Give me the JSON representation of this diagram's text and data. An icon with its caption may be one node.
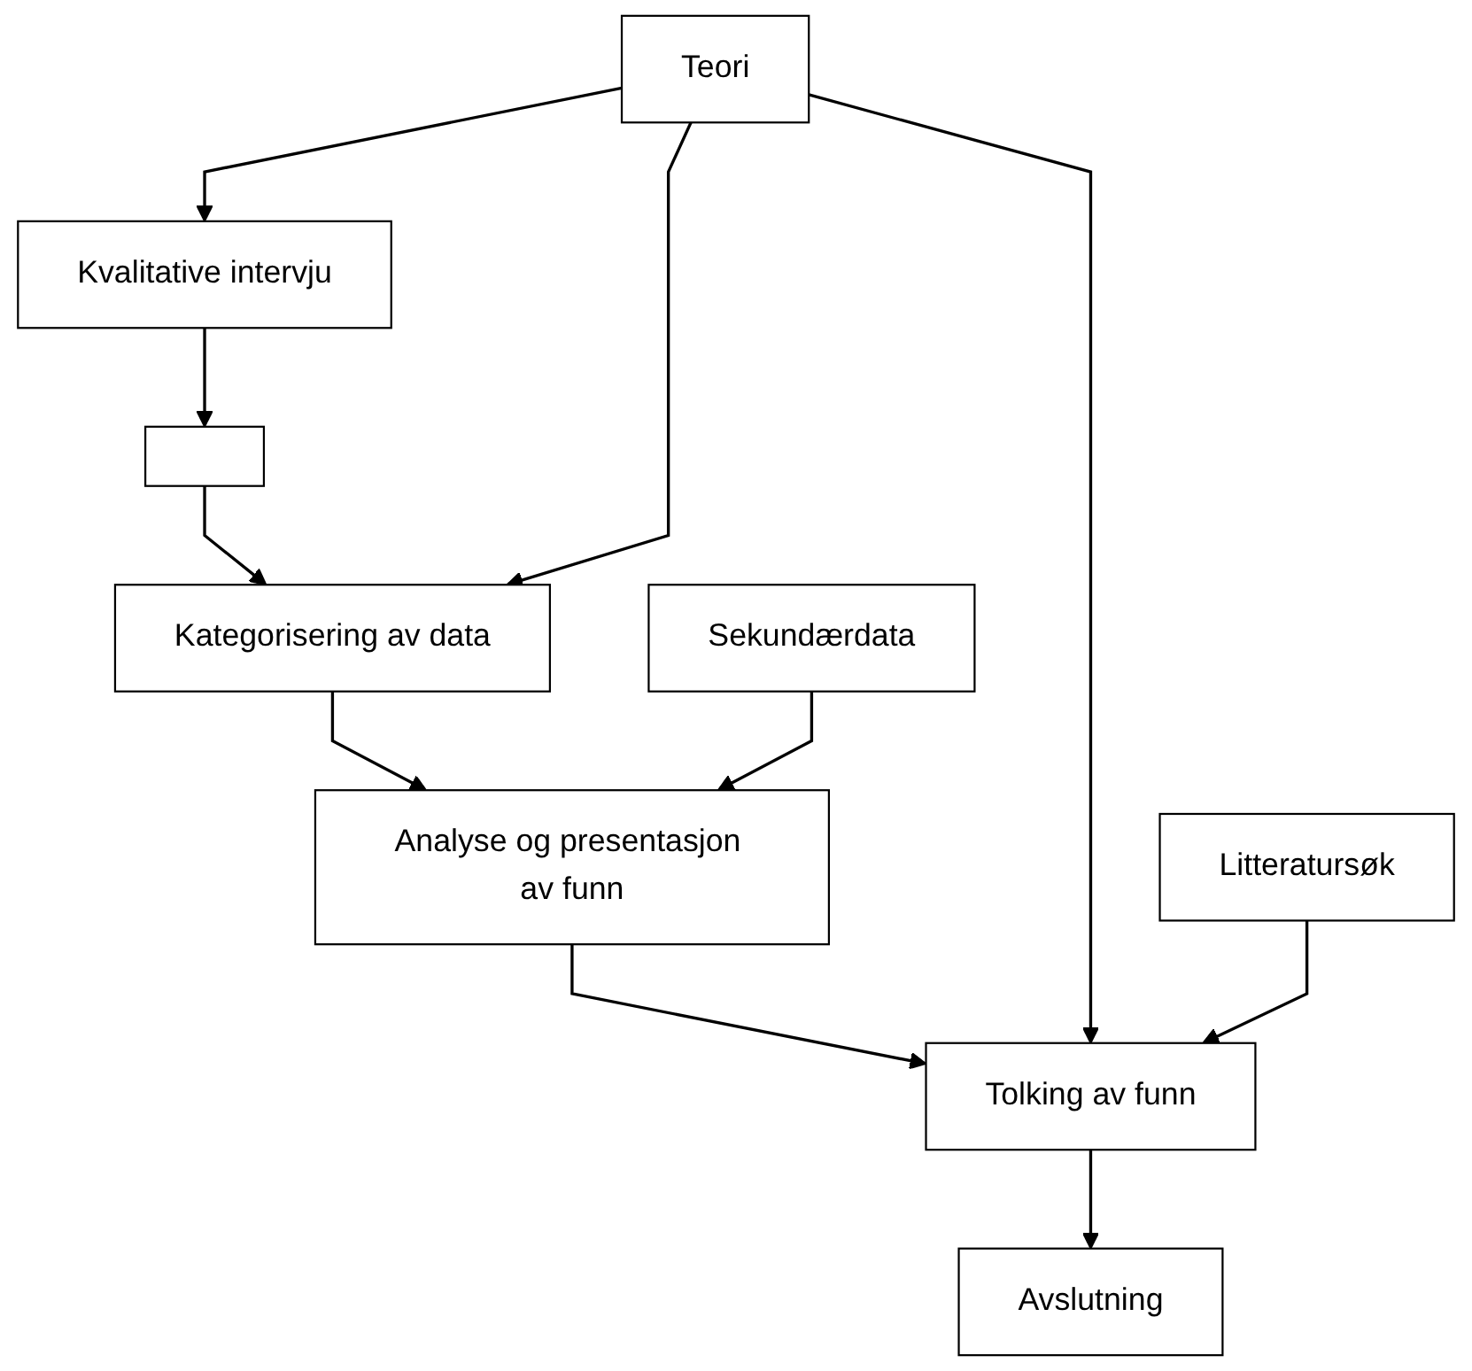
{
  "diagram": {
    "nodes": [
      {
        "text": [
          "Kvalitative intervju"
        ]
      },
      {
        "text": [],
        "shape": "box"
      },
      {
        "text": [
          "Teori"
        ]
      },
      {
        "text": [
          "Kategorisering av data"
        ]
      },
      {
        "text": [
          "Analyse og presentasjon av funn"
        ]
      },
      {
        "text": [
          "Sekundærdata"
        ]
      },
      {
        "text": [
          "Tolking av funn"
        ]
      },
      {
        "text": [
          "Litteratursøk"
        ]
      },
      {
        "text": [
          "Avslutning"
        ]
      }
    ],
    "edges": [
      {
        "from": 2,
        "to": 0,
        "arrow": "to"
      },
      {
        "from": 0,
        "to": 1,
        "arrow": "to"
      },
      {
        "from": 1,
        "to": 3,
        "arrow": "to"
      },
      {
        "from": 2,
        "to": 3,
        "arrow": "to"
      },
      {
        "from": 3,
        "to": 4,
        "arrow": "to"
      },
      {
        "from": 5,
        "to": 4,
        "arrow": "to"
      },
      {
        "from": 4,
        "to": 6,
        "arrow": "to"
      },
      {
        "from": 2,
        "to": 6,
        "arrow": "to"
      },
      {
        "from": 7,
        "to": 6,
        "arrow": "to"
      },
      {
        "from": 6,
        "to": 8,
        "arrow": "to"
      }
    ]
  }
}
